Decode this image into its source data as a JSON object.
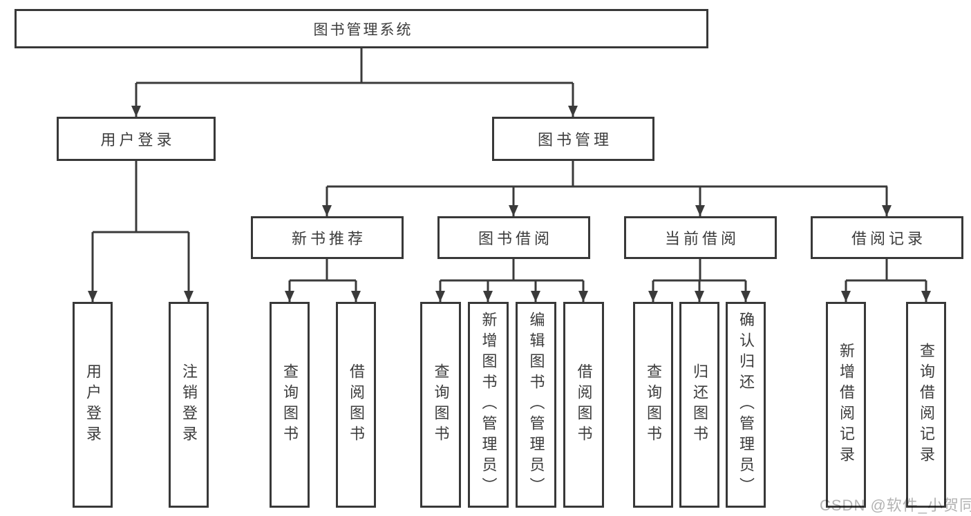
{
  "tree": {
    "label": "图书管理系统",
    "children": [
      {
        "label": "用户登录",
        "children": [
          {
            "label": "用户登录"
          },
          {
            "label": "注销登录"
          }
        ]
      },
      {
        "label": "图书管理",
        "children": [
          {
            "label": "新书推荐",
            "children": [
              {
                "label": "查询图书"
              },
              {
                "label": "借阅图书"
              }
            ]
          },
          {
            "label": "图书借阅",
            "children": [
              {
                "label": "查询图书"
              },
              {
                "label": "新增图书（管理员）"
              },
              {
                "label": "编辑图书（管理员）"
              },
              {
                "label": "借阅图书"
              }
            ]
          },
          {
            "label": "当前借阅",
            "children": [
              {
                "label": "查询图书"
              },
              {
                "label": "归还图书"
              },
              {
                "label": "确认归还（管理员）"
              }
            ]
          },
          {
            "label": "借阅记录",
            "children": [
              {
                "label": "新增借阅记录"
              },
              {
                "label": "查询借阅记录"
              }
            ]
          }
        ]
      }
    ]
  },
  "watermark": {
    "text": "CSDN @软件_小贺同学"
  },
  "colors": {
    "line": "#3a3a3a",
    "box_border": "#383838",
    "box_fill": "#ffffff",
    "text": "#3c3c3c",
    "watermark": "#b3b3b3",
    "bg": "#ffffff"
  }
}
